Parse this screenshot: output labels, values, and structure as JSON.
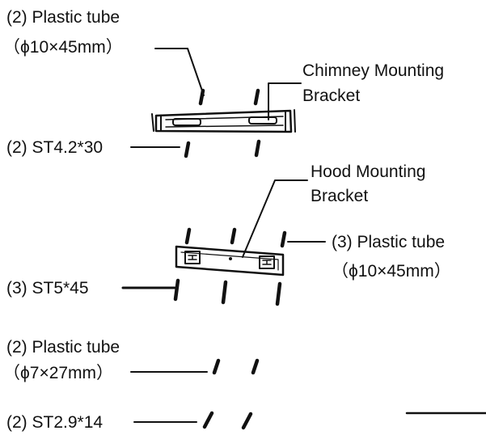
{
  "labels": {
    "top_tube_qty": "(2) Plastic tube",
    "top_tube_size": "（ϕ10×45mm）",
    "chimney_bracket_line1": "Chimney Mounting",
    "chimney_bracket_line2": "Bracket",
    "screw_st42": "(2) ST4.2*30",
    "hood_bracket_line1": "Hood Mounting",
    "hood_bracket_line2": "Bracket",
    "mid_tube_qty": "(3) Plastic tube",
    "mid_tube_size": "（ϕ10×45mm）",
    "screw_st5": "(3) ST5*45",
    "small_tube_qty": "(2) Plastic tube",
    "small_tube_size": "（ϕ7×27mm）",
    "screw_st29": "(2) ST2.9*14"
  },
  "colors": {
    "ink": "#111111",
    "background": "#ffffff"
  }
}
